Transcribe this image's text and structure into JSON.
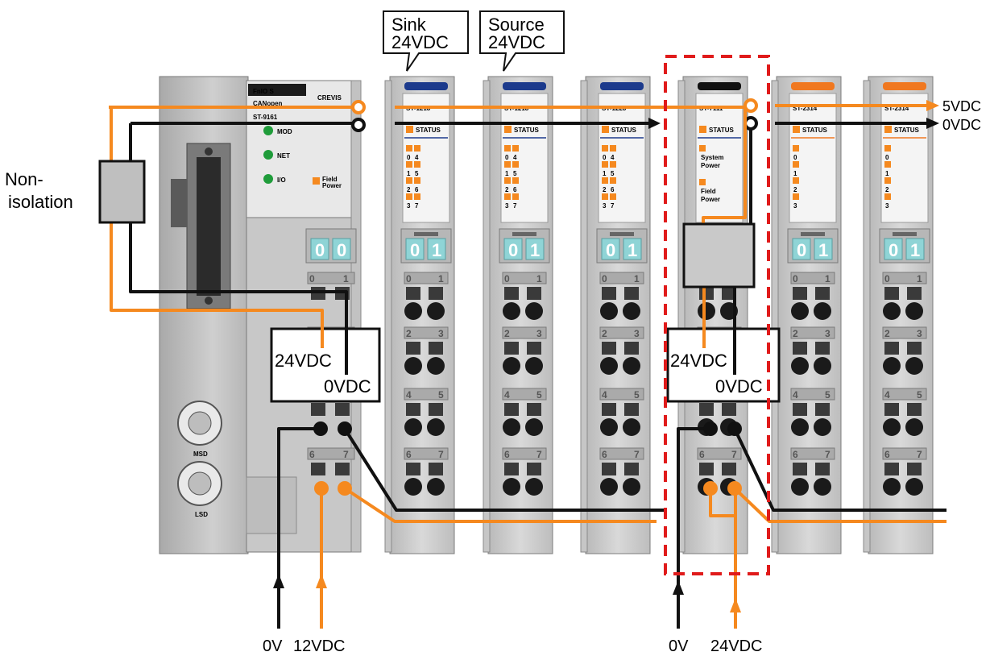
{
  "callouts": {
    "sink": [
      "Sink",
      "24VDC"
    ],
    "source": [
      "Source",
      "24VDC"
    ]
  },
  "left_label": [
    "Non-",
    "isolation"
  ],
  "right_labels": {
    "v5": "5VDC",
    "v0": "0VDC"
  },
  "box_labels": {
    "v24": "24VDC",
    "v0": "0VDC"
  },
  "bottom_labels": {
    "left_0v": "0V",
    "left_12v": "12VDC",
    "right_0v": "0V",
    "right_24v": "24VDC"
  },
  "adapter": {
    "brand_top": "FnIO S",
    "brand_maker": "CREVIS",
    "bus": "CANopen",
    "model": "ST-9161",
    "leds": [
      "MOD",
      "NET",
      "I/O"
    ],
    "field_power": [
      "Field",
      "Power"
    ],
    "switch_labels": [
      "MSD",
      "LSD"
    ],
    "display": [
      "0",
      "0"
    ]
  },
  "modules": [
    {
      "model": "ST-1218",
      "status": "STATUS",
      "channels": [
        "0",
        "4",
        "1",
        "5",
        "2",
        "6",
        "3",
        "7"
      ],
      "display": [
        "0",
        "1"
      ]
    },
    {
      "model": "ST-1218",
      "status": "STATUS",
      "channels": [
        "0",
        "4",
        "1",
        "5",
        "2",
        "6",
        "3",
        "7"
      ],
      "display": [
        "0",
        "1"
      ]
    },
    {
      "model": "ST-1228",
      "status": "STATUS",
      "channels": [
        "0",
        "4",
        "1",
        "5",
        "2",
        "6",
        "3",
        "7"
      ],
      "display": [
        "0",
        "1"
      ]
    },
    {
      "model": "ST-7111",
      "status": "STATUS",
      "texts": [
        "System",
        "Power",
        "Field",
        "Power"
      ]
    },
    {
      "model": "ST-2314",
      "status": "STATUS",
      "channels": [
        "0",
        "1",
        "2",
        "3"
      ],
      "display": [
        "0",
        "1"
      ]
    },
    {
      "model": "ST-2314",
      "status": "STATUS",
      "channels": [
        "0",
        "1",
        "2",
        "3"
      ],
      "display": [
        "0",
        "1"
      ]
    }
  ],
  "terminal_numbers": [
    "0",
    "1",
    "2",
    "3",
    "4",
    "5",
    "6",
    "7"
  ],
  "colors": {
    "orange_wire": "#f5891f",
    "black_wire": "#111111",
    "red_dash": "#e01b1b",
    "module_body": "#cfcfcf",
    "navy_cap": "#1c3a8c",
    "orange_cap": "#f07820",
    "black_cap": "#111111",
    "display_cyan": "#8fd4d6",
    "led_green": "#1f9c3a"
  }
}
